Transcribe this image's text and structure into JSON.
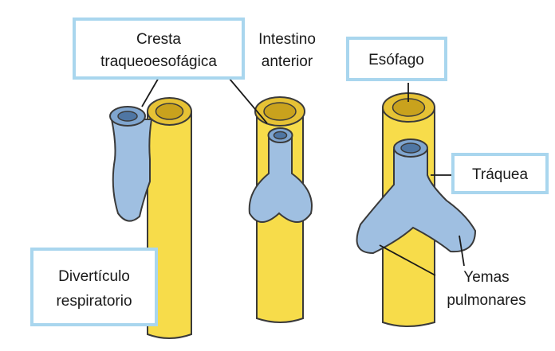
{
  "labels": {
    "cresta_line1": "Cresta",
    "cresta_line2": "traqueoesofágica",
    "intestino_line1": "Intestino",
    "intestino_line2": "anterior",
    "esofago": "Esófago",
    "traquea": "Tráquea",
    "diverticulo_line1": "Divertículo",
    "diverticulo_line2": "respiratorio",
    "yemas_line1": "Yemas",
    "yemas_line2": "pulmonares"
  },
  "colors": {
    "tube_yellow": "#f7dc4a",
    "tube_blue": "#9fbfe1",
    "label_box_border": "#a9d6ee"
  }
}
